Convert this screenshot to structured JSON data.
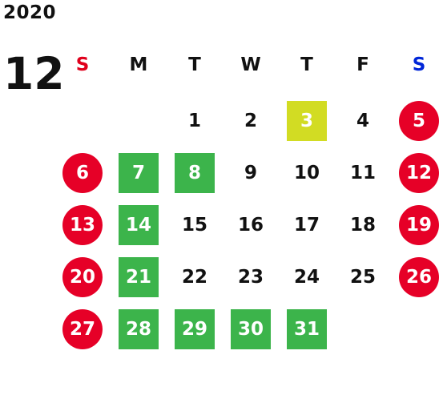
{
  "year": "2020",
  "month": "12",
  "weekdays": [
    "S",
    "M",
    "T",
    "W",
    "T",
    "F",
    "S"
  ],
  "colors": {
    "holiday_red": "#e60027",
    "green": "#3cb44b",
    "yellow": "#d2dc23",
    "sunday_header": "#e0001c",
    "saturday_header": "#0026d8"
  },
  "weeks": [
    [
      {
        "d": ""
      },
      {
        "d": ""
      },
      {
        "d": "1"
      },
      {
        "d": "2"
      },
      {
        "d": "3",
        "s": "yellow"
      },
      {
        "d": "4"
      },
      {
        "d": "5",
        "s": "red"
      }
    ],
    [
      {
        "d": "6",
        "s": "red"
      },
      {
        "d": "7",
        "s": "green"
      },
      {
        "d": "8",
        "s": "green"
      },
      {
        "d": "9"
      },
      {
        "d": "10"
      },
      {
        "d": "11"
      },
      {
        "d": "12",
        "s": "red"
      }
    ],
    [
      {
        "d": "13",
        "s": "red"
      },
      {
        "d": "14",
        "s": "green"
      },
      {
        "d": "15"
      },
      {
        "d": "16"
      },
      {
        "d": "17"
      },
      {
        "d": "18"
      },
      {
        "d": "19",
        "s": "red"
      }
    ],
    [
      {
        "d": "20",
        "s": "red"
      },
      {
        "d": "21",
        "s": "green"
      },
      {
        "d": "22"
      },
      {
        "d": "23"
      },
      {
        "d": "24"
      },
      {
        "d": "25"
      },
      {
        "d": "26",
        "s": "red"
      }
    ],
    [
      {
        "d": "27",
        "s": "red"
      },
      {
        "d": "28",
        "s": "green"
      },
      {
        "d": "29",
        "s": "green"
      },
      {
        "d": "30",
        "s": "green"
      },
      {
        "d": "31",
        "s": "green"
      },
      {
        "d": ""
      },
      {
        "d": ""
      }
    ]
  ]
}
